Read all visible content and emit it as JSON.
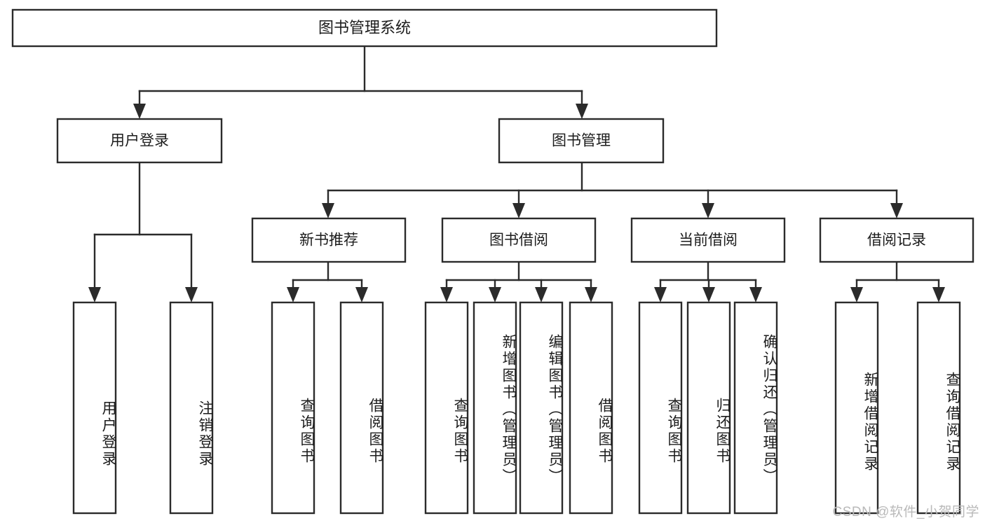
{
  "diagram": {
    "title": "图书管理系统",
    "type": "tree-hierarchy-diagram",
    "watermark": "CSDN @软件_小贺同学",
    "colors": {
      "background": "#ffffff",
      "box_stroke": "#2b2b2b",
      "box_fill": "#ffffff",
      "text": "#1c1c1c",
      "watermark": "#b9b9b9"
    },
    "root": {
      "label": "图书管理系统"
    },
    "level2": [
      {
        "label": "用户登录"
      },
      {
        "label": "图书管理"
      }
    ],
    "level3": [
      {
        "label": "新书推荐"
      },
      {
        "label": "图书借阅"
      },
      {
        "label": "当前借阅"
      },
      {
        "label": "借阅记录"
      }
    ],
    "leaves": {
      "user_login": [
        {
          "label": "用户登录"
        },
        {
          "label": "注销登录"
        }
      ],
      "new_book_recommend": [
        {
          "label": "查询图书"
        },
        {
          "label": "借阅图书"
        }
      ],
      "book_borrow": [
        {
          "label": "查询图书"
        },
        {
          "label": "新增图书（管理员）"
        },
        {
          "label": "编辑图书（管理员）"
        },
        {
          "label": "借阅图书"
        }
      ],
      "current_borrow": [
        {
          "label": "查询图书"
        },
        {
          "label": "归还图书"
        },
        {
          "label": "确认归还（管理员）"
        }
      ],
      "borrow_record": [
        {
          "label": "新增借阅记录"
        },
        {
          "label": "查询借阅记录"
        }
      ]
    }
  }
}
